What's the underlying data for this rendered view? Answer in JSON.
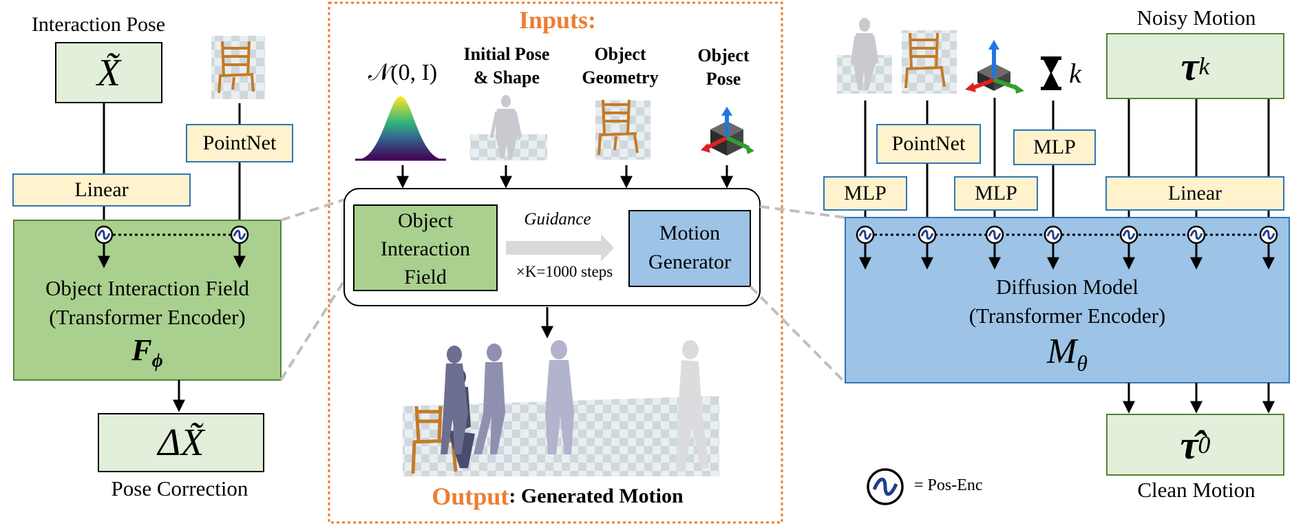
{
  "left": {
    "heading": "Interaction Pose",
    "pose_symbol": "X̃",
    "pointnet_label": "PointNet",
    "linear_label": "Linear",
    "field_title_1": "Object Interaction Field",
    "field_title_2": "(Transformer Encoder)",
    "field_symbol": "F",
    "field_symbol_sub": "ϕ",
    "output_symbol": "ΔX̃",
    "output_caption": "Pose Correction"
  },
  "center": {
    "inputs_title": "Inputs:",
    "noise_label": "𝒩(0, I)",
    "initial_pose_1": "Initial Pose",
    "initial_pose_2": "& Shape",
    "object_geometry_1": "Object",
    "object_geometry_2": "Geometry",
    "object_pose_1": "Object",
    "object_pose_2": "Pose",
    "oif_1": "Object",
    "oif_2": "Interaction",
    "oif_3": "Field",
    "guidance": "Guidance",
    "steps": "×K=1000 steps",
    "motion_gen_1": "Motion",
    "motion_gen_2": "Generator",
    "output_word": "Output",
    "output_rest": ": Generated Motion"
  },
  "right": {
    "noisy_motion": "Noisy Motion",
    "tau_k": "τ",
    "tau_k_sup": "k",
    "timestep_k": "k",
    "pointnet_label": "PointNet",
    "mlp_label": "MLP",
    "linear_label": "Linear",
    "diff_title_1": "Diffusion Model",
    "diff_title_2": "(Transformer Encoder)",
    "diff_symbol": "M",
    "diff_symbol_sub": "θ",
    "tau_0": "τ̂",
    "tau_0_sup": "0",
    "clean_motion": "Clean Motion",
    "legend": "= Pos-Enc"
  },
  "colors": {
    "green_fill": "#a9d08e",
    "light_green": "#e2efda",
    "yellow_fill": "#fff2cc",
    "blue_fill": "#9dc3e6",
    "blue_border": "#2e75b6",
    "green_border": "#548235",
    "orange": "#ed7d31",
    "gray_dash": "#bfbfbf",
    "chair": "#d68a2e",
    "human": "#c9c9cf"
  }
}
